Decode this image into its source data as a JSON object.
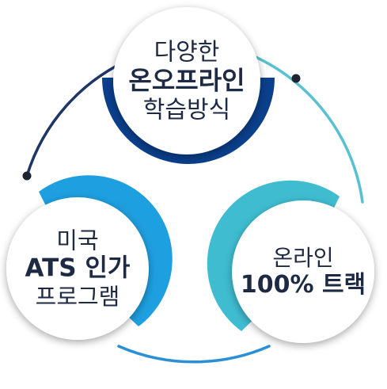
{
  "nodes": [
    {
      "lines": [
        "다양한",
        "온오프라인",
        "학습방식"
      ],
      "bold_line": 1
    },
    {
      "lines": [
        "미국",
        "ATS 인가",
        "프로그램"
      ],
      "bold_line": 1
    },
    {
      "lines": [
        "온라인",
        "100% 트랙"
      ],
      "bold_line": 1
    }
  ],
  "colors": {
    "top_ring": "#0a3f8c",
    "left_ring": "#1e9fe0",
    "right_ring": "#3fbcd0",
    "arc_dark": "#1f3566",
    "arc_teal": "#58c0d0",
    "arc_blue": "#2b8fd6",
    "text": "#1e2a44"
  }
}
